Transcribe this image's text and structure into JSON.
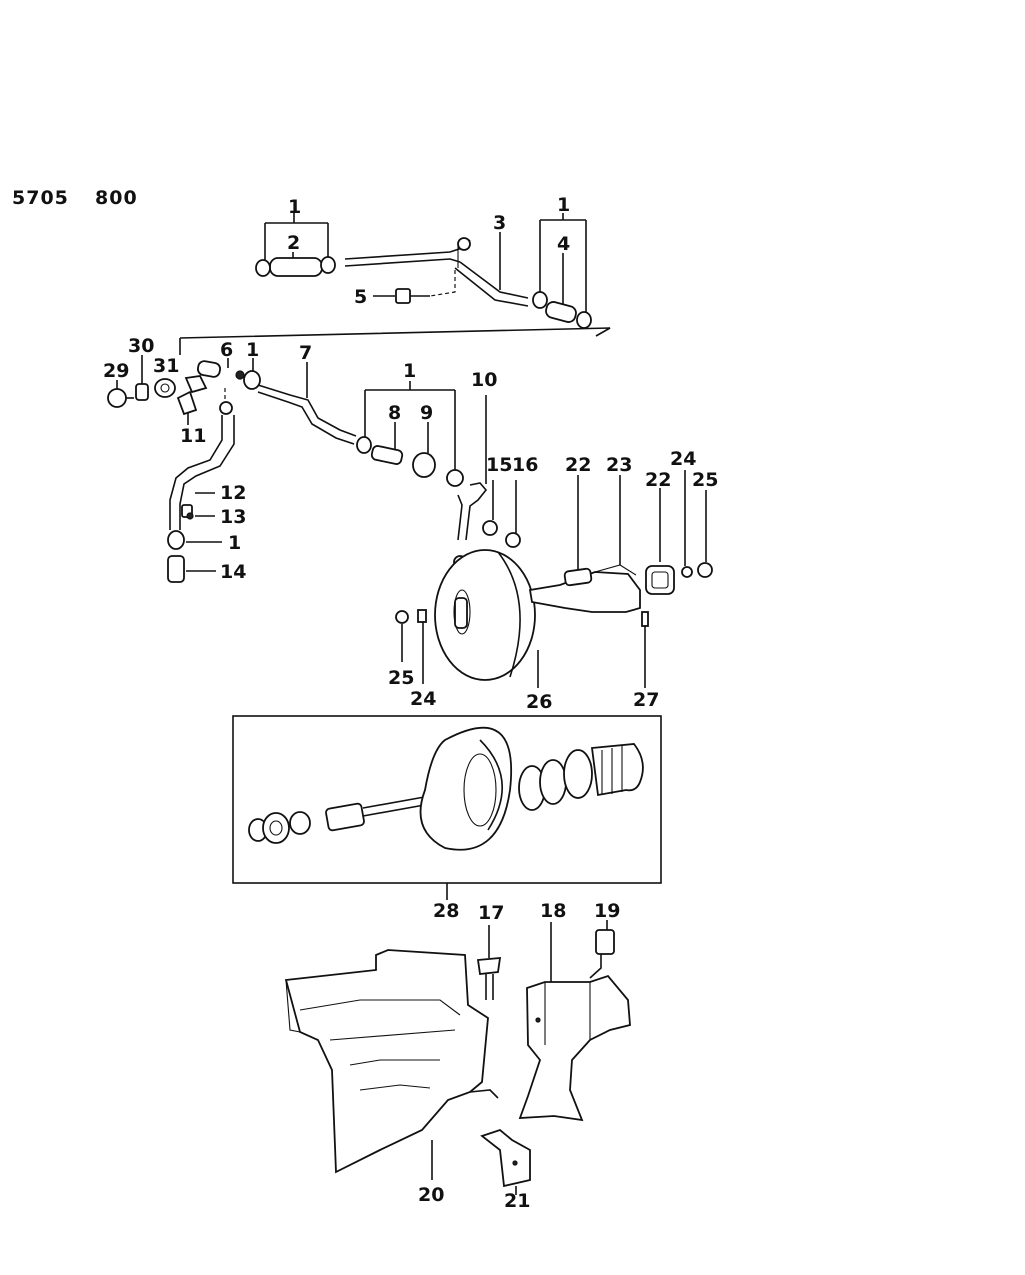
{
  "header": {
    "code_left": "5705",
    "code_right": "800"
  },
  "callouts": {
    "c1a": "1",
    "c2": "2",
    "c3": "3",
    "c1b": "1",
    "c4": "4",
    "c5": "5",
    "c30": "30",
    "c29": "29",
    "c31": "31",
    "c6": "6",
    "c1c": "1",
    "c7": "7",
    "c1d": "1",
    "c8": "8",
    "c9": "9",
    "c10": "10",
    "c11": "11",
    "c12": "12",
    "c13": "13",
    "c1e": "1",
    "c14": "14",
    "c15": "15",
    "c16": "16",
    "c22a": "22",
    "c23": "23",
    "c24a": "24",
    "c22b": "22",
    "c25a": "25",
    "c25b": "25",
    "c24b": "24",
    "c26": "26",
    "c27": "27",
    "c28": "28",
    "c17": "17",
    "c18": "18",
    "c19": "19",
    "c20": "20",
    "c21": "21"
  }
}
